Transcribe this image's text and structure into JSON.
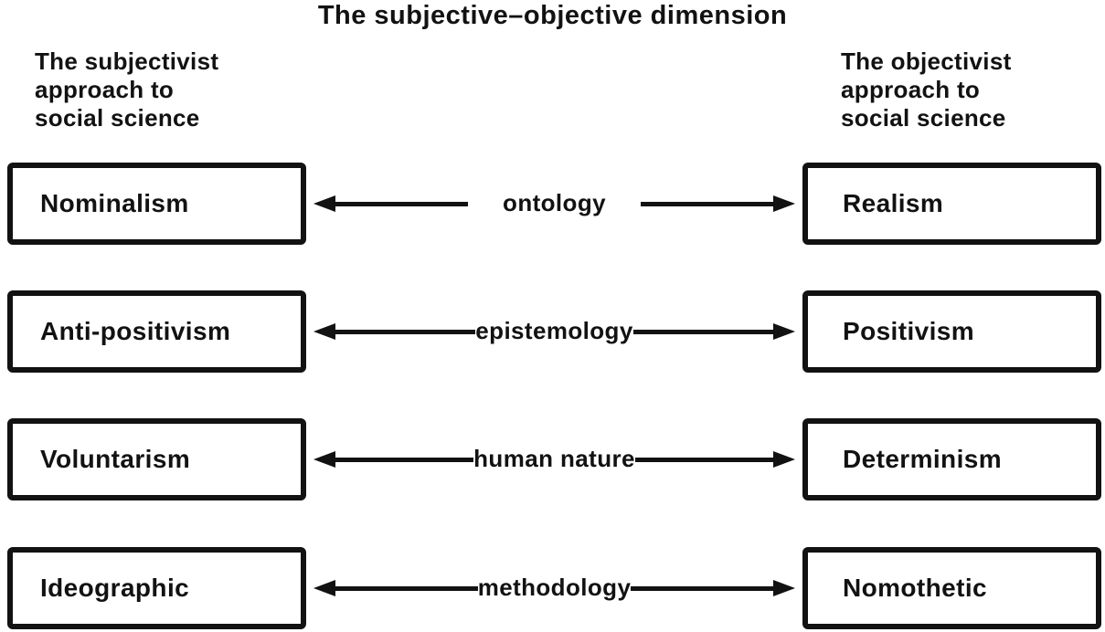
{
  "page": {
    "title": "The subjective–objective dimension",
    "left_header": {
      "text": "The subjectivist\napproach to\nsocial science"
    },
    "right_header": {
      "text": "The objectivist\napproach to\nsocial science"
    },
    "rows": [
      {
        "left": "Nominalism",
        "dimension": "ontology",
        "right": "Realism"
      },
      {
        "left": "Anti-positivism",
        "dimension": "epistemology",
        "right": "Positivism"
      },
      {
        "left": "Voluntarism",
        "dimension": "human nature",
        "right": "Determinism"
      },
      {
        "left": "Ideographic",
        "dimension": "methodology",
        "right": "Nomothetic"
      }
    ],
    "icons": {
      "left_arrow": "arrow-west-icon",
      "right_arrow": "arrow-east-icon"
    },
    "colors": {
      "foreground": "#121212",
      "background": "#ffffff"
    }
  }
}
